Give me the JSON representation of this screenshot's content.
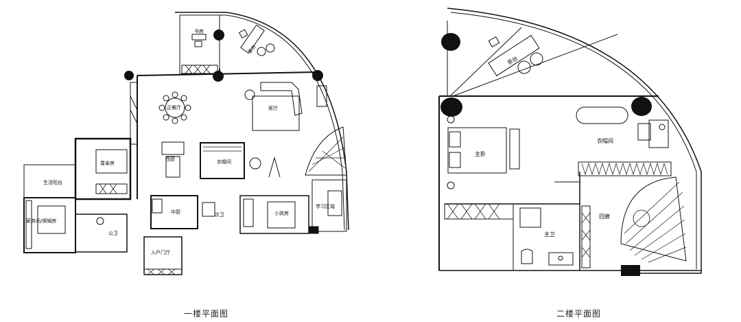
{
  "floor1": {
    "caption": "一楼平面图",
    "rooms": {
      "study": "书房",
      "tea": "茶台",
      "dining": "正餐厅",
      "living": "客厅",
      "guest_bedroom": "尊亲房",
      "western_kitchen": "西厨",
      "cloakroom": "衣帽间",
      "balcony": "生活阳台",
      "maid_room": "家务间/保姆房",
      "public_bath": "公卫",
      "chinese_kitchen": "中厨",
      "child_room": "小孩房",
      "child_bath": "次卫",
      "study_area": "学习区域",
      "entrance": "入户门厅"
    }
  },
  "floor2": {
    "caption": "二楼平面图",
    "rooms": {
      "tea": "茶台",
      "master_bedroom": "主卧",
      "cloakroom": "衣帽间",
      "corridor": "回廊",
      "master_bath": "主卫"
    }
  }
}
